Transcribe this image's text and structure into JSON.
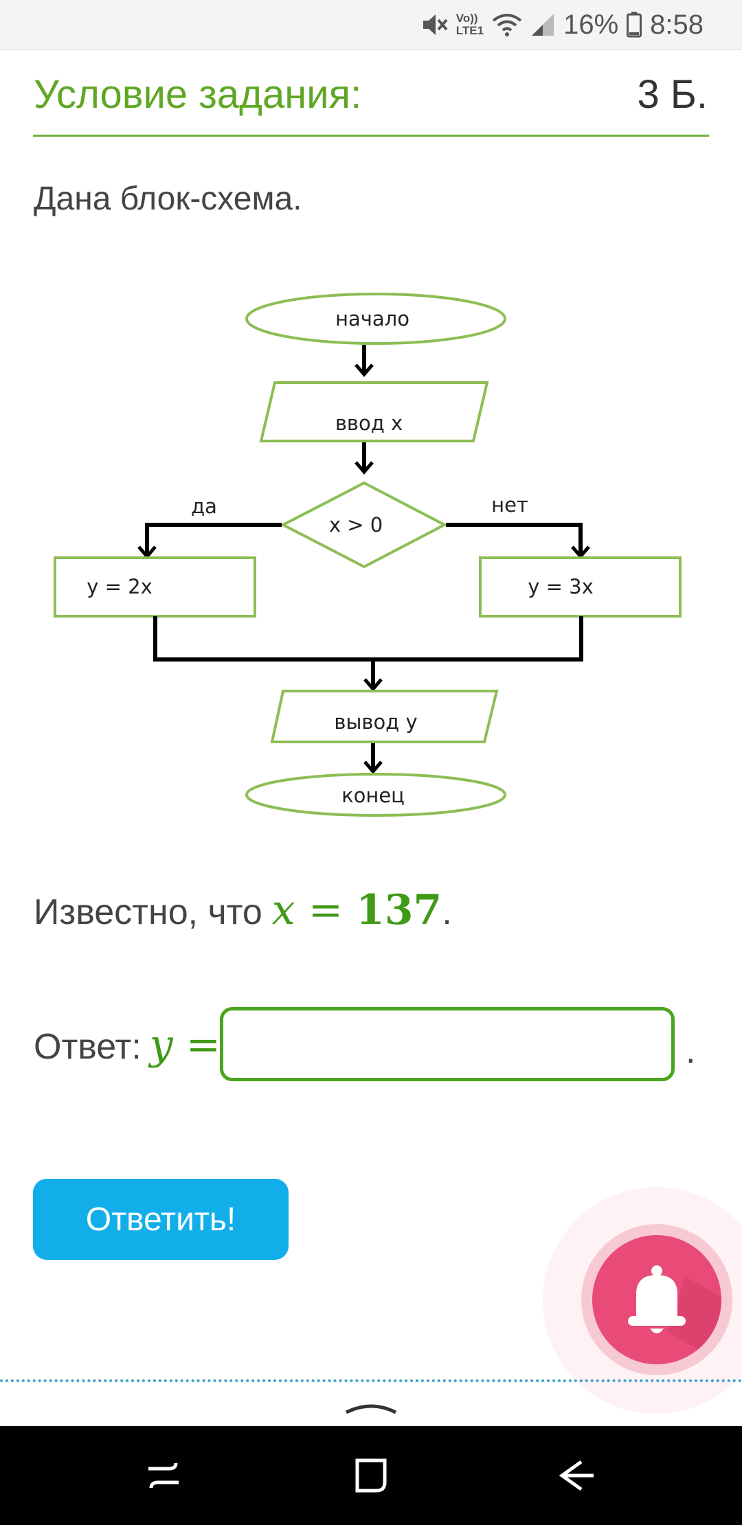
{
  "status_bar": {
    "network_label_top": "Vo))",
    "network_label_bottom": "LTE1",
    "battery": "16%",
    "time": "8:58"
  },
  "task": {
    "title": "Условие задания:",
    "points": "3 Б.",
    "intro": "Дана блок-схема."
  },
  "flowchart": {
    "start": "начало",
    "input": "ввод x",
    "condition": "x > 0",
    "yes": "да",
    "no": "нет",
    "yes_action": "y = 2x",
    "no_action": "y = 3x",
    "output": "вывод y",
    "end": "конец",
    "colors": {
      "shape_border": "#8dbd55",
      "arrow": "#000000"
    }
  },
  "question": {
    "known_prefix": "Известно, что",
    "known_var": "x",
    "known_eq": "=",
    "known_value": "137",
    "known_suffix": ".",
    "answer_prefix": "Ответ:",
    "answer_var": "y",
    "answer_eq": "=",
    "answer_value": "",
    "answer_suffix": "."
  },
  "actions": {
    "submit_label": "Ответить!"
  },
  "colors": {
    "accent_green": "#5fa724",
    "button_blue": "#12aeea",
    "notification_pink": "#e84b78"
  },
  "icons": [
    "mute-icon",
    "wifi-icon",
    "signal-icon",
    "battery-icon",
    "bell-icon",
    "chevron-up-icon",
    "recent-apps-icon",
    "home-icon",
    "back-icon"
  ]
}
